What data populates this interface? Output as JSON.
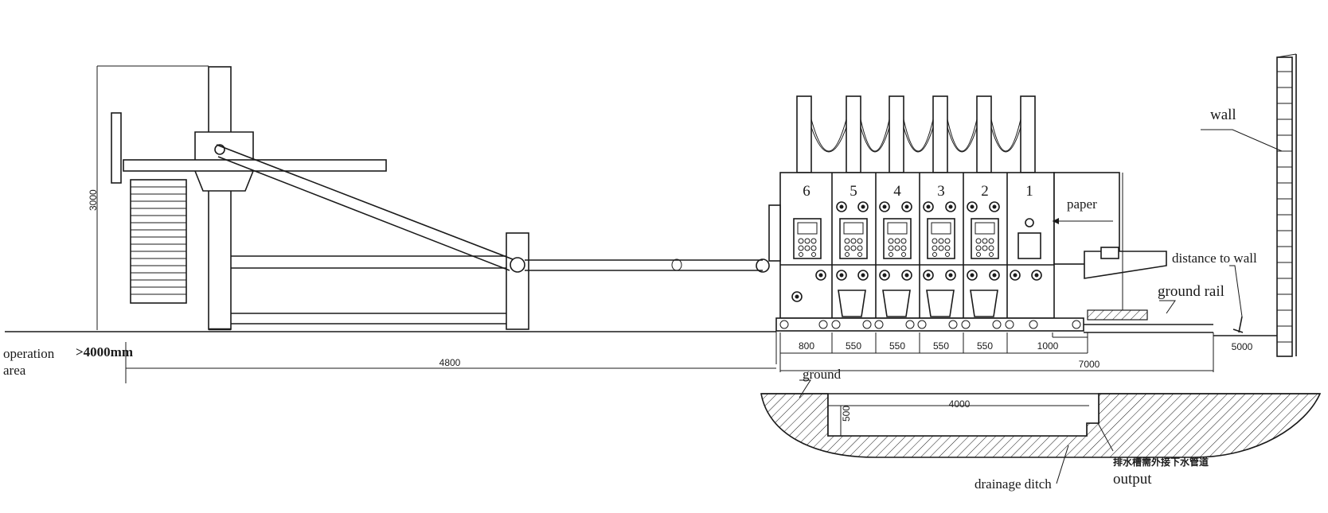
{
  "labels": {
    "wall": "wall",
    "paper": "paper",
    "distance_to_wall": "distance to wall",
    "ground_rail": "ground rail",
    "ground": "ground",
    "operation_area_line1": "operation",
    "operation_area_line2": "area",
    "operation_dim": ">4000mm",
    "drainage_ditch": "drainage ditch",
    "output": "output",
    "drain_note": "排水槽需外接下水管道"
  },
  "units": [
    "6",
    "5",
    "4",
    "3",
    "2",
    "1"
  ],
  "dimensions": {
    "height": "3000",
    "length_left": "4800",
    "length_right": "7000",
    "wall_distance": "5000",
    "ditch_length": "4000",
    "ditch_depth": "500",
    "segments": [
      "800",
      "550",
      "550",
      "550",
      "550",
      "1000"
    ]
  }
}
